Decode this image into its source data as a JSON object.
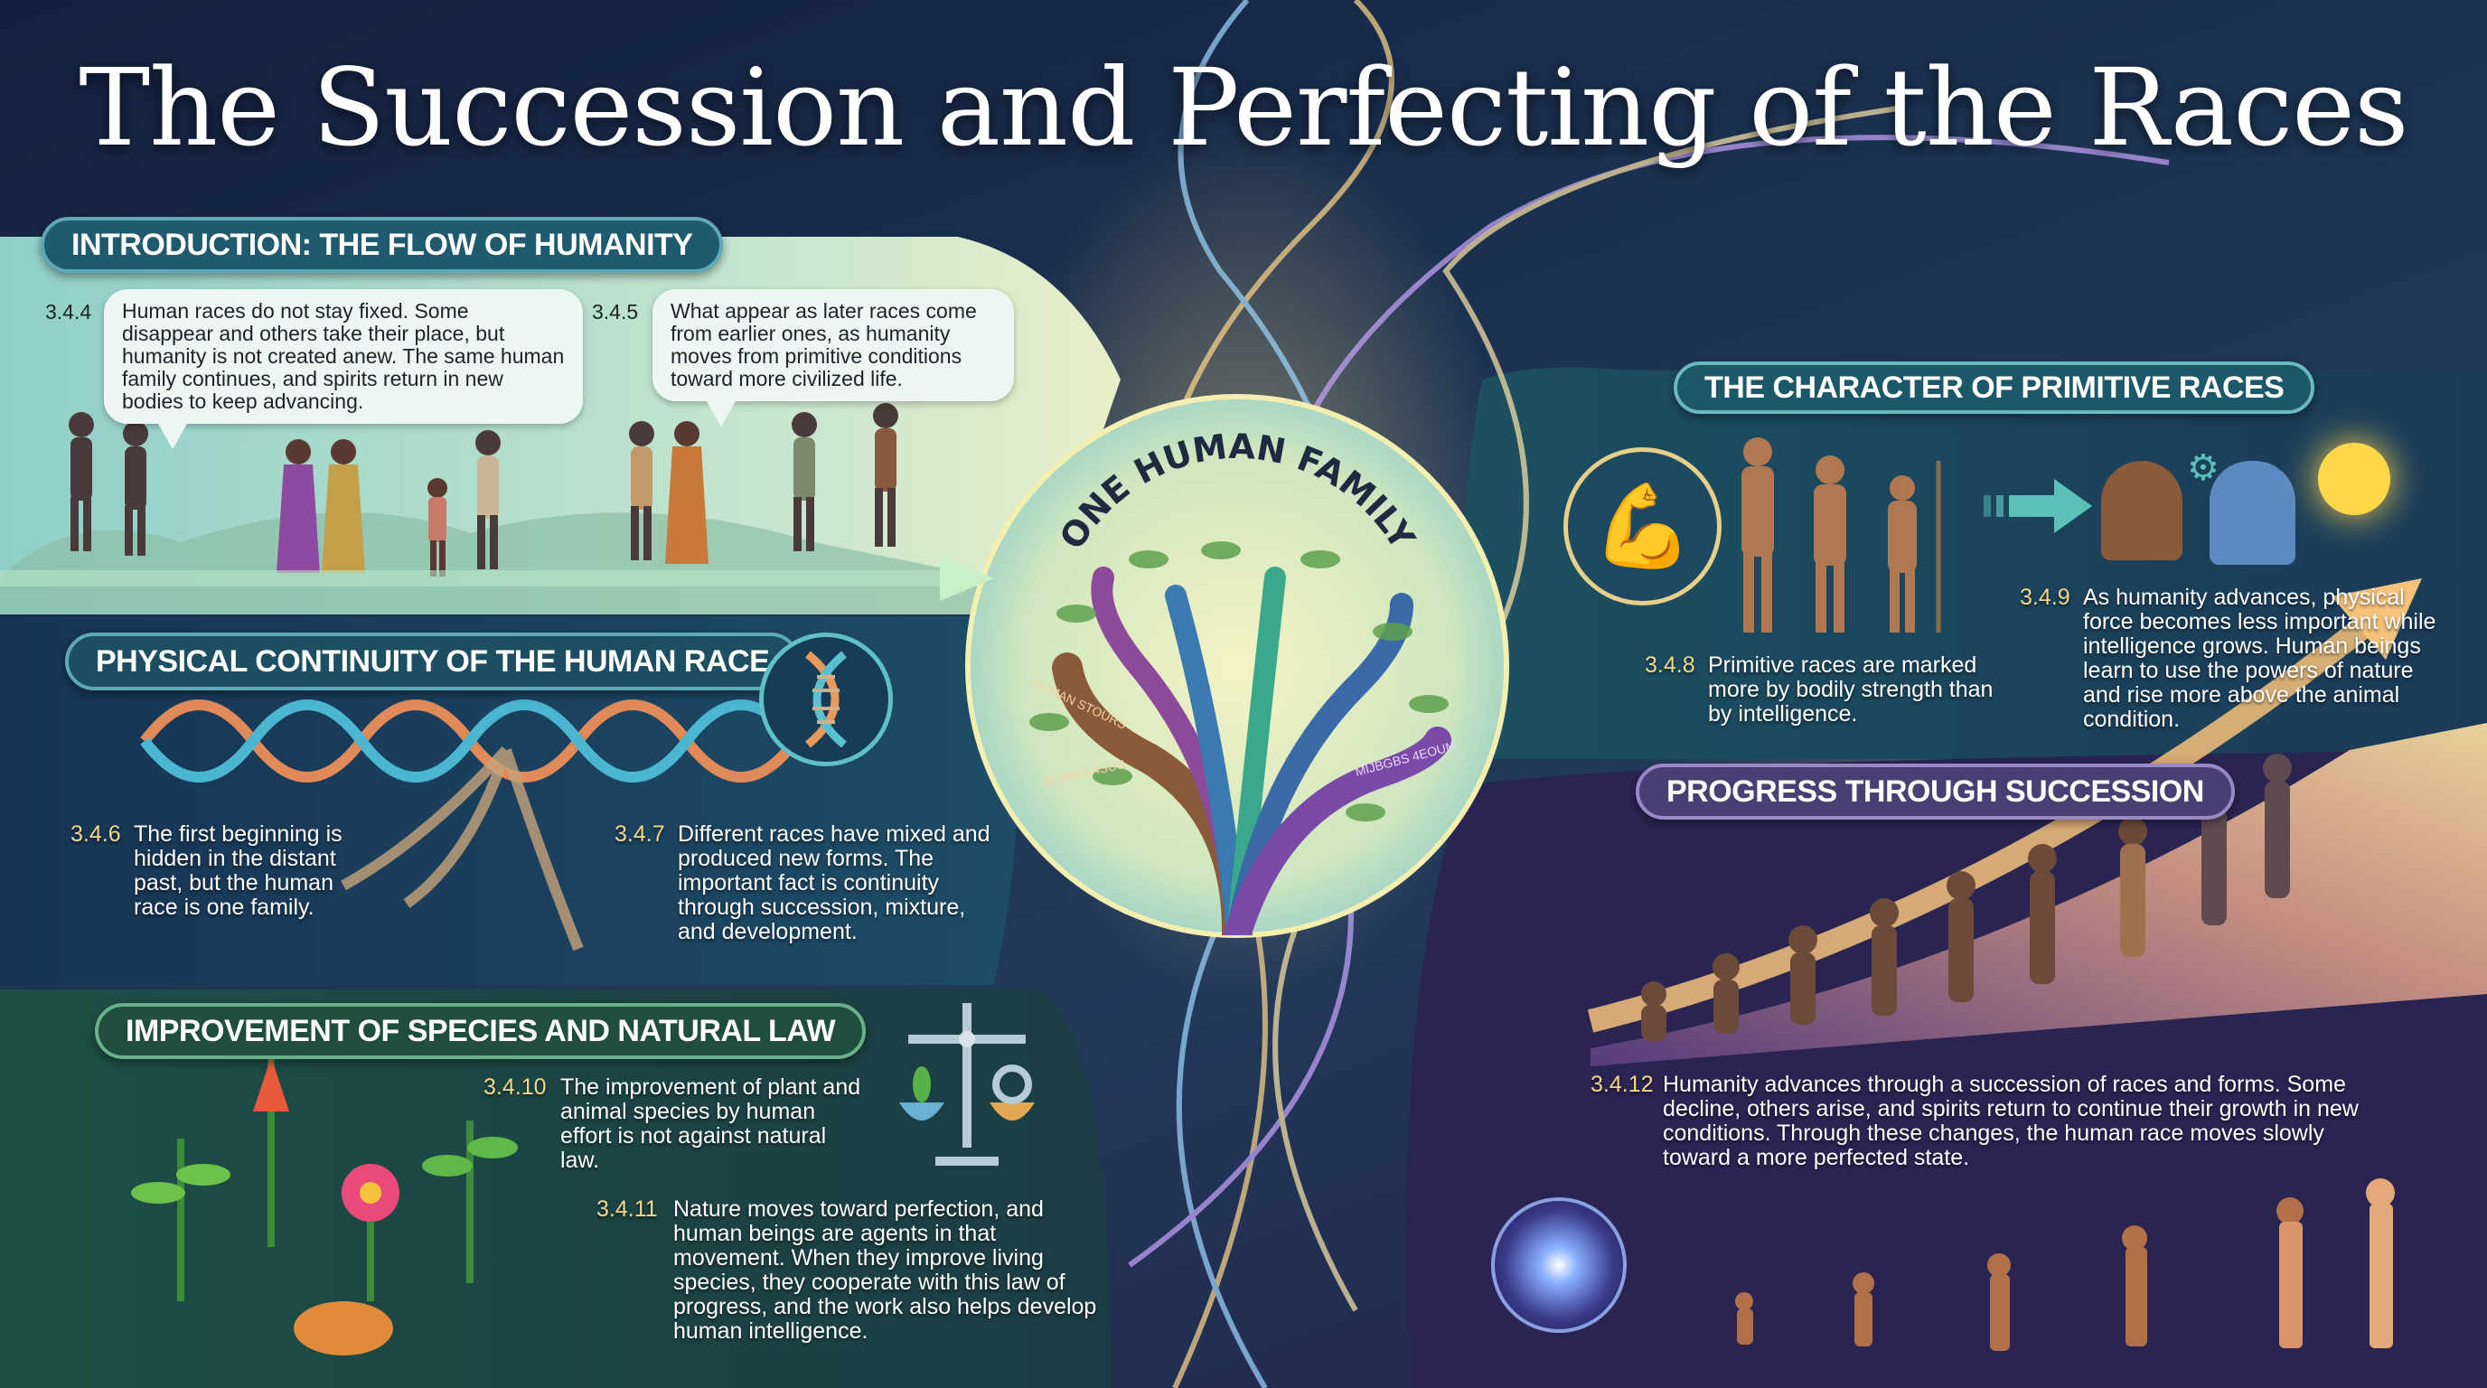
{
  "title": "The Succession and Perfecting of the Races",
  "colors": {
    "navy": "#14203f",
    "teal_panel": "#9ed4cc",
    "teal_pill": "#1f5a6e",
    "green_pill": "#1f4d3e",
    "purple_pill": "#4a3f72",
    "number_gold": "#f1d98a",
    "glow": "#ffd98a"
  },
  "center": {
    "label": "ONE HUMAN FAMILY",
    "branch_labels": [
      "HUMAN STOURS",
      "BLIMBS 4SUS",
      "MIJBGBS 4EOUM"
    ]
  },
  "sections": {
    "introduction": {
      "heading": "INTRODUCTION: THE FLOW OF HUMANITY",
      "items": [
        {
          "num": "3.4.4",
          "text": "Human races do not stay fixed. Some disappear and others take their place, but humanity is not created anew. The same human family continues, and spirits return in new bodies to keep advancing."
        },
        {
          "num": "3.4.5",
          "text": "What appear as later races come from earlier ones, as humanity moves from primitive conditions toward more civilized life."
        }
      ]
    },
    "physical": {
      "heading": "PHYSICAL CONTINUITY OF THE HUMAN RACE",
      "icon": "dna-icon",
      "items": [
        {
          "num": "3.4.6",
          "text": "The first beginning is hidden in the distant past, but the human race is one family."
        },
        {
          "num": "3.4.7",
          "text": "Different races have mixed and produced new forms. The important fact is continuity through succession, mixture, and development."
        }
      ]
    },
    "improvement": {
      "heading": "IMPROVEMENT OF SPECIES AND NATURAL LAW",
      "icon": "scale-icon",
      "items": [
        {
          "num": "3.4.10",
          "text": "The improvement of plant and animal species by human effort is not against natural law."
        },
        {
          "num": "3.4.11",
          "text": "Nature moves toward perfection, and human beings are agents in that movement. When they improve living species, they cooperate with this law of progress, and the work also helps develop human intelligence."
        }
      ]
    },
    "primitive": {
      "heading": "THE CHARACTER OF PRIMITIVE RACES",
      "icons": [
        "muscle-arm-icon",
        "arrow-right-icon",
        "gear-icon",
        "lightbulb-icon"
      ],
      "items": [
        {
          "num": "3.4.8",
          "text": "Primitive races are marked more by bodily strength than by intelligence."
        },
        {
          "num": "3.4.9",
          "text": "As humanity advances, physical force becomes less important while intelligence grows. Human beings learn to use the powers of nature and rise more above the animal condition."
        }
      ]
    },
    "progress": {
      "heading": "PROGRESS THROUGH SUCCESSION",
      "icon": "spiral-galaxy-icon",
      "items": [
        {
          "num": "3.4.12",
          "text": "Humanity advances through a succession of races and forms. Some decline, others arise, and spirits return to continue their growth in new conditions. Through these changes, the human race moves slowly toward a more perfected state."
        }
      ]
    }
  }
}
